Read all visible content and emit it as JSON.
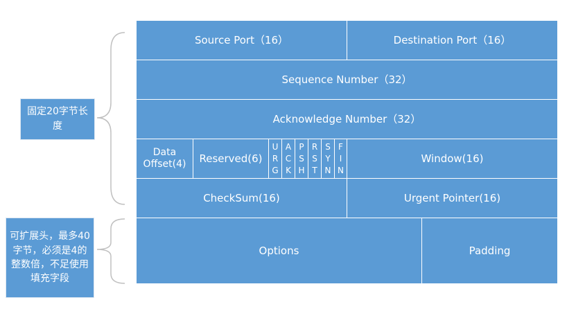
{
  "diagram": {
    "header_rows": {
      "source_port": "Source Port（16）",
      "destination_port": "Destination Port（16）",
      "sequence_number": "Sequence Number（32）",
      "acknowledge_number": "Acknowledge Number（32）",
      "data_offset": "Data Offset(4)",
      "reserved": "Reserved(6)",
      "flags": [
        {
          "name": "urg",
          "letters": [
            "U",
            "R",
            "G"
          ]
        },
        {
          "name": "ack",
          "letters": [
            "A",
            "C",
            "K"
          ]
        },
        {
          "name": "psh",
          "letters": [
            "P",
            "S",
            "H"
          ]
        },
        {
          "name": "rst",
          "letters": [
            "R",
            "S",
            "T"
          ]
        },
        {
          "name": "syn",
          "letters": [
            "S",
            "Y",
            "N"
          ]
        },
        {
          "name": "fin",
          "letters": [
            "F",
            "I",
            "N"
          ]
        }
      ],
      "window": "Window(16)",
      "checksum": "CheckSum(16)",
      "urgent_pointer": "Urgent Pointer(16)",
      "options": "Options",
      "padding": "Padding"
    },
    "notes": {
      "fixed_length": "固定20字节长度",
      "extensible": "可扩展头，最多40字节，必须是4的整数倍，不足使用填充字段"
    },
    "colors": {
      "cell_fill": "#5b9bd5",
      "cell_border": "#ffffff",
      "brace": "#c0c0c0"
    }
  }
}
